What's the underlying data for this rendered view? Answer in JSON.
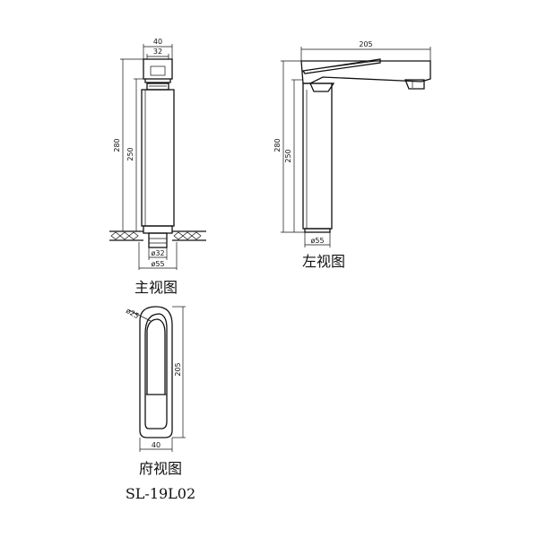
{
  "front_view": {
    "caption": "主视图",
    "dims": {
      "top_width": "40",
      "inner_width": "32",
      "total_height": "280",
      "body_height": "250",
      "pipe_dia": "ø32",
      "base_dia": "ø55"
    }
  },
  "side_view": {
    "caption": "左视图",
    "dims": {
      "spout_length": "205",
      "total_height": "280",
      "body_height": "250",
      "base_dia": "ø55"
    }
  },
  "top_view": {
    "caption": "府视图",
    "dims": {
      "length": "205",
      "width": "40",
      "radius": "ø25"
    }
  },
  "model_number": "SL-19L02"
}
